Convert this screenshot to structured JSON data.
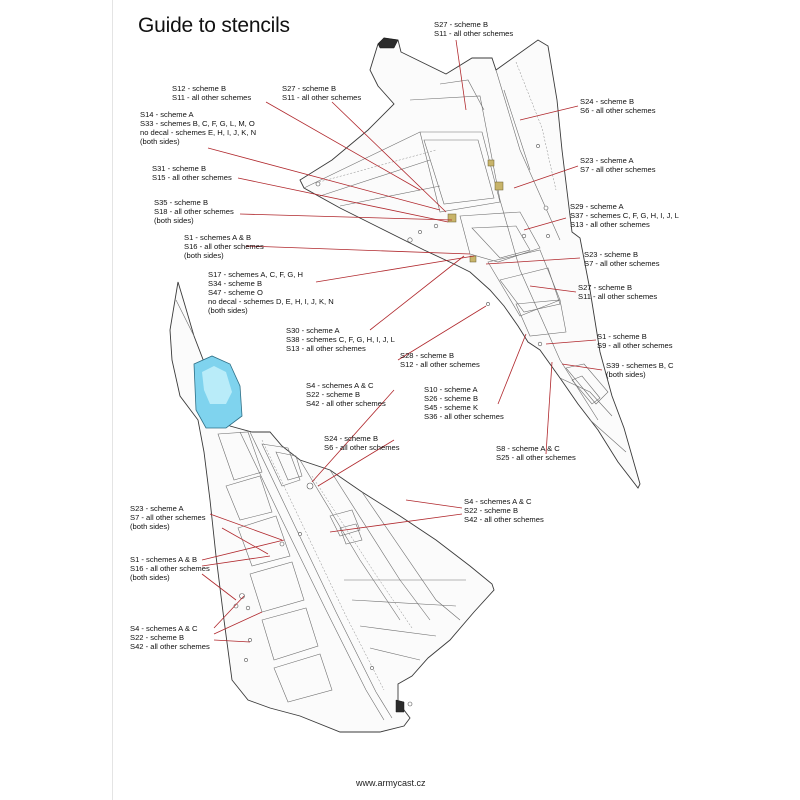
{
  "page": {
    "title": "Guide to stencils",
    "footer": "www.armycast.cz"
  },
  "colors": {
    "leader": "#b0282d",
    "canopy": "#7fd3ee",
    "outline": "#3a3a3a",
    "stencil_marker": "#c8b46a"
  },
  "labels": [
    {
      "id": "s27-top",
      "lines": [
        "S27 - scheme B",
        "S11 - all other schemes"
      ]
    },
    {
      "id": "s12-a",
      "lines": [
        "S12 - scheme B",
        "S11 - all other schemes"
      ]
    },
    {
      "id": "s27-left",
      "lines": [
        "S27 - scheme B",
        "S11 - all other schemes"
      ]
    },
    {
      "id": "s24-top",
      "lines": [
        "S24 - scheme B",
        "S6 - all other schemes"
      ]
    },
    {
      "id": "s14",
      "lines": [
        "S14 - scheme A",
        "S33 - schemes B, C, F, G, L, M, O",
        "no decal - schemes E, H, I, J, K, N",
        "(both sides)"
      ]
    },
    {
      "id": "s23-top",
      "lines": [
        "S23 - scheme A",
        "S7 - all other schemes"
      ]
    },
    {
      "id": "s31",
      "lines": [
        "S31 - scheme B",
        "S15 - all other schemes"
      ]
    },
    {
      "id": "s29",
      "lines": [
        "S29 - scheme A",
        "S37 - schemes C, F, G, H, I, J, L",
        "S13 - all other schemes"
      ]
    },
    {
      "id": "s35",
      "lines": [
        "S35 - scheme B",
        "S18 - all other schemes",
        "(both sides)"
      ]
    },
    {
      "id": "s1-top",
      "lines": [
        "S1 - schemes A & B",
        "S16 - all other schemes",
        "(both sides)"
      ]
    },
    {
      "id": "s23-mid",
      "lines": [
        "S23 - scheme B",
        "S7 - all other schemes"
      ]
    },
    {
      "id": "s17",
      "lines": [
        "S17 - schemes A, C, F, G, H",
        "S34 - scheme B",
        "S47 - scheme O",
        "no decal - schemes D, E, H, I, J, K, N",
        "(both sides)"
      ]
    },
    {
      "id": "s27-right",
      "lines": [
        "S27 - scheme B",
        "S11 - all other schemes"
      ]
    },
    {
      "id": "s30",
      "lines": [
        "S30 - scheme A",
        "S38 - schemes C, F, G, H, I, J, L",
        "S13 - all other schemes"
      ]
    },
    {
      "id": "s1-right",
      "lines": [
        "S1 - scheme B",
        "S9 - all other schemes"
      ]
    },
    {
      "id": "s28",
      "lines": [
        "S28 - scheme B",
        "S12 - all other schemes"
      ]
    },
    {
      "id": "s39",
      "lines": [
        "S39 - schemes B, C",
        "(both sides)"
      ]
    },
    {
      "id": "s4-mid",
      "lines": [
        "S4 - schemes A & C",
        "S22 - scheme B",
        "S42 - all other schemes"
      ]
    },
    {
      "id": "s10",
      "lines": [
        "S10 - scheme A",
        "S26 - scheme B",
        "S45 - scheme K",
        "S36 - all other schemes"
      ]
    },
    {
      "id": "s24-low",
      "lines": [
        "S24 - scheme B",
        "S6 - all other schemes"
      ]
    },
    {
      "id": "s8",
      "lines": [
        "S8 - scheme A & C",
        "S25 - all other schemes"
      ]
    },
    {
      "id": "s4-right",
      "lines": [
        "S4 - schemes A & C",
        "S22 - scheme B",
        "S42 - all other schemes"
      ]
    },
    {
      "id": "s23-low",
      "lines": [
        "S23 - scheme A",
        "S7 - all other schemes",
        "(both sides)"
      ]
    },
    {
      "id": "s1-low",
      "lines": [
        "S1 - schemes A & B",
        "S16 - all other schemes",
        "(both sides)"
      ]
    },
    {
      "id": "s4-low",
      "lines": [
        "S4 - schemes A & C",
        "S22 - scheme B",
        "S42 - all other schemes"
      ]
    }
  ]
}
